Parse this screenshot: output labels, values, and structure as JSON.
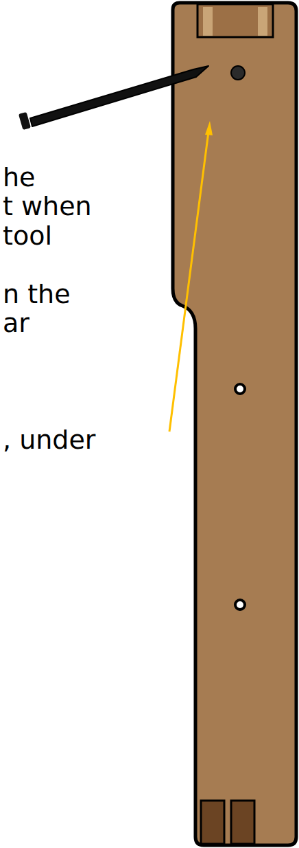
{
  "diagram": {
    "labels": [
      "he",
      "t when",
      "tool",
      "n the",
      "ar",
      ", under"
    ]
  }
}
